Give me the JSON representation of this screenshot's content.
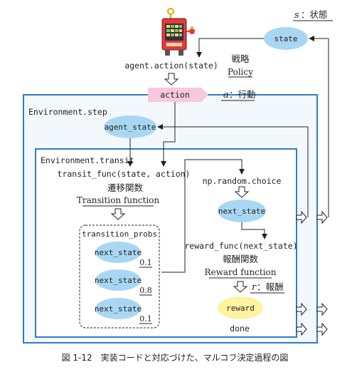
{
  "diagram": {
    "state_label": {
      "symbol": "s",
      "text": "：状態"
    },
    "state_node": "state",
    "agent_action": "agent.action(state)",
    "policy_jp": "戦略",
    "policy_en": "Policy",
    "action_node": "action",
    "action_label": {
      "symbol": "a",
      "text": "：行動"
    },
    "env_step_title": "Environment.step",
    "agent_state_node": "agent_state",
    "env_transit_title": "Environment.transit",
    "transit_func": "transit_func(state, action)",
    "transition_jp": "遷移関数",
    "transition_en": "Transition function",
    "transition_probs_title": "transition_probs",
    "next_states": [
      {
        "label": "next_state",
        "prob": "0.1"
      },
      {
        "label": "next_state",
        "prob": "0.8"
      },
      {
        "label": "next_state",
        "prob": "0.1"
      }
    ],
    "random_choice": "np.random.choice",
    "chosen_next_state": "next_state",
    "reward_func": "reward_func(next_state)",
    "reward_jp": "報酬関数",
    "reward_en": "Reward function",
    "reward_label": {
      "symbol": "r",
      "text": "：報酬"
    },
    "reward_node": "reward",
    "done_label": "done",
    "caption": "図 1-12　実装コードと対応づけた、マルコフ決定過程の図",
    "colors": {
      "ellipse_fill": "#a9d7f3",
      "action_fill": "#f6c9dc",
      "reward_fill": "#fff2a0",
      "frame_blue": "#2e7cc2",
      "inner_fill": "#f3f8fd",
      "line": "#222222"
    }
  }
}
